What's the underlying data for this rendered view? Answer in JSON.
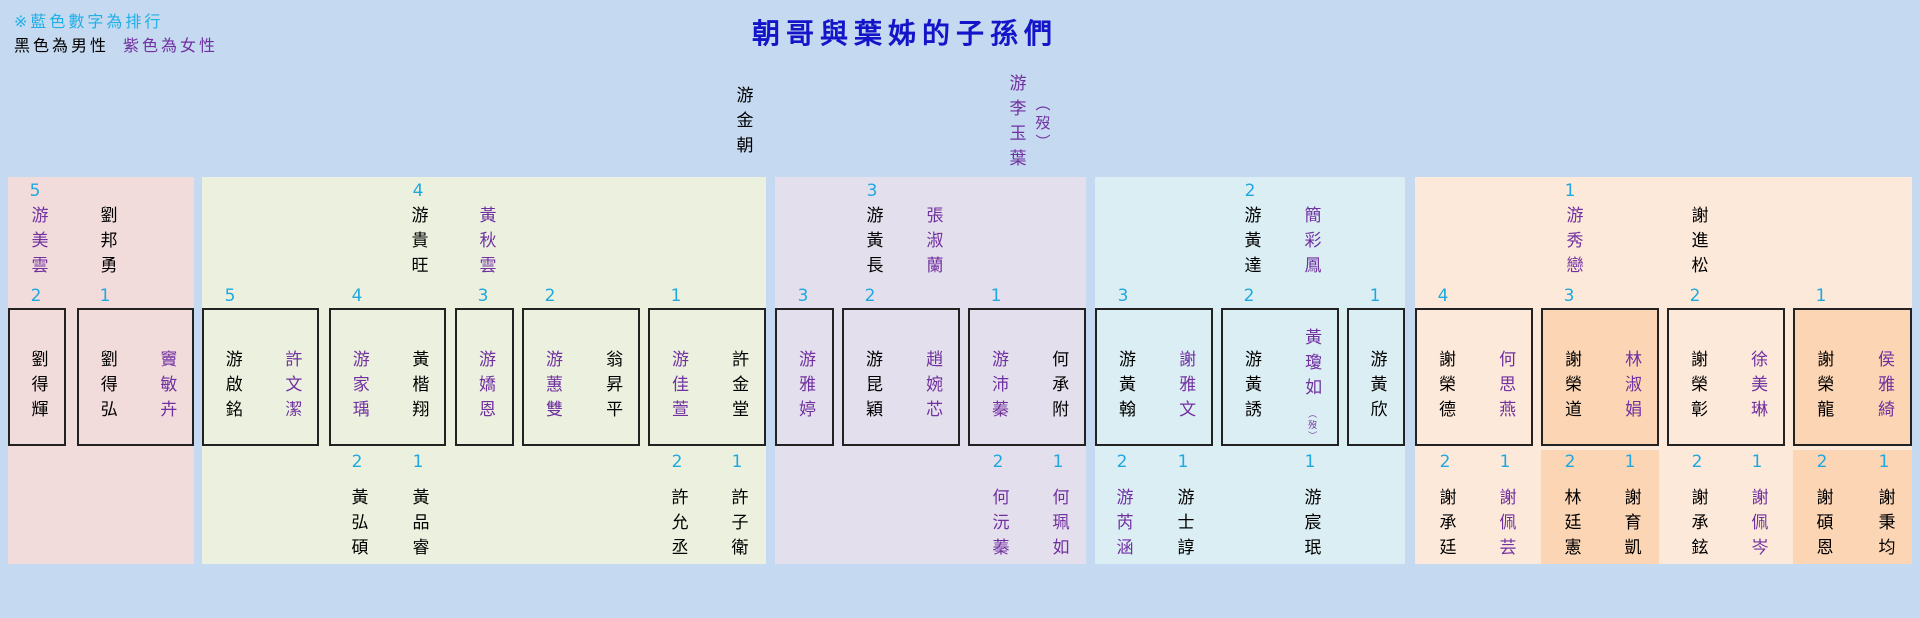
{
  "legend": {
    "rank_note": "※藍色數字為排行",
    "male_note": "黑色為男性",
    "female_note": "紫色為女性"
  },
  "title": "朝哥與葉姊的子孫們",
  "ancestors": [
    {
      "name": "游金朝",
      "gender": "M"
    },
    {
      "name": "游李玉葉",
      "gender": "F",
      "note": "（歿）"
    }
  ],
  "colors": {
    "background": "#c5d9f1",
    "male": "#000000",
    "female": "#7030a0",
    "rank": "#1fa8e0",
    "title": "#1414c8",
    "panels": [
      "#f2dcdb",
      "#ebf1de",
      "#e4dfec",
      "#dbeef4",
      "#fde9d9"
    ],
    "highlight": "#fcd5b4"
  },
  "families": [
    {
      "rank": "5",
      "couple": [
        {
          "name": "游美雲",
          "gender": "F"
        },
        {
          "name": "劉邦勇",
          "gender": "M"
        }
      ],
      "children": [
        {
          "rank": "2",
          "members": [
            {
              "name": "劉得輝",
              "gender": "M"
            }
          ],
          "grandchildren": []
        },
        {
          "rank": "1",
          "members": [
            {
              "name": "劉得弘",
              "gender": "M"
            },
            {
              "name": "竇敏卉",
              "gender": "F"
            }
          ],
          "grandchildren": []
        }
      ]
    },
    {
      "rank": "4",
      "couple": [
        {
          "name": "游貴旺",
          "gender": "M"
        },
        {
          "name": "黃秋雲",
          "gender": "F"
        }
      ],
      "children": [
        {
          "rank": "5",
          "members": [
            {
              "name": "游啟銘",
              "gender": "M"
            },
            {
              "name": "許文潔",
              "gender": "F"
            }
          ],
          "grandchildren": []
        },
        {
          "rank": "4",
          "members": [
            {
              "name": "游家瑀",
              "gender": "F"
            },
            {
              "name": "黃楷翔",
              "gender": "M"
            }
          ],
          "grandchildren": [
            {
              "rank": "2",
              "name": "黃弘碩",
              "gender": "M"
            },
            {
              "rank": "1",
              "name": "黃品睿",
              "gender": "M"
            }
          ]
        },
        {
          "rank": "3",
          "members": [
            {
              "name": "游嬌恩",
              "gender": "F"
            }
          ],
          "grandchildren": []
        },
        {
          "rank": "2",
          "members": [
            {
              "name": "游蕙雙",
              "gender": "F"
            },
            {
              "name": "翁昇平",
              "gender": "M"
            }
          ],
          "grandchildren": []
        },
        {
          "rank": "1",
          "members": [
            {
              "name": "游佳萱",
              "gender": "F"
            },
            {
              "name": "許金堂",
              "gender": "M"
            }
          ],
          "grandchildren": [
            {
              "rank": "2",
              "name": "許允丞",
              "gender": "M"
            },
            {
              "rank": "1",
              "name": "許子衛",
              "gender": "M"
            }
          ]
        }
      ]
    },
    {
      "rank": "3",
      "couple": [
        {
          "name": "游黃長",
          "gender": "M"
        },
        {
          "name": "張淑蘭",
          "gender": "F"
        }
      ],
      "children": [
        {
          "rank": "3",
          "members": [
            {
              "name": "游雅婷",
              "gender": "F"
            }
          ],
          "grandchildren": []
        },
        {
          "rank": "2",
          "members": [
            {
              "name": "游昆穎",
              "gender": "M"
            },
            {
              "name": "趙婉芯",
              "gender": "F"
            }
          ],
          "grandchildren": []
        },
        {
          "rank": "1",
          "members": [
            {
              "name": "游沛蓁",
              "gender": "F"
            },
            {
              "name": "何承附",
              "gender": "M"
            }
          ],
          "grandchildren": [
            {
              "rank": "2",
              "name": "何沅蓁",
              "gender": "F"
            },
            {
              "rank": "1",
              "name": "何珮如",
              "gender": "F"
            }
          ]
        }
      ]
    },
    {
      "rank": "2",
      "couple": [
        {
          "name": "游黃達",
          "gender": "M"
        },
        {
          "name": "簡彩鳳",
          "gender": "F"
        }
      ],
      "children": [
        {
          "rank": "3",
          "members": [
            {
              "name": "游黃翰",
              "gender": "M"
            },
            {
              "name": "謝雅文",
              "gender": "F"
            }
          ],
          "grandchildren": [
            {
              "rank": "2",
              "name": "游芮涵",
              "gender": "F"
            },
            {
              "rank": "1",
              "name": "游士諄",
              "gender": "M"
            }
          ]
        },
        {
          "rank": "2",
          "members": [
            {
              "name": "游黃誘",
              "gender": "M"
            },
            {
              "name": "黃瓊如",
              "gender": "F",
              "note": "（歿）"
            }
          ],
          "grandchildren": [
            {
              "rank": "1",
              "name": "游宸珉",
              "gender": "M"
            }
          ]
        },
        {
          "rank": "1",
          "members": [
            {
              "name": "游黃欣",
              "gender": "M"
            }
          ],
          "grandchildren": []
        }
      ]
    },
    {
      "rank": "1",
      "couple": [
        {
          "name": "游秀戀",
          "gender": "F"
        },
        {
          "name": "謝進松",
          "gender": "M"
        }
      ],
      "children": [
        {
          "rank": "4",
          "members": [
            {
              "name": "謝榮德",
              "gender": "M"
            },
            {
              "name": "何思燕",
              "gender": "F"
            }
          ],
          "grandchildren": [
            {
              "rank": "2",
              "name": "謝承廷",
              "gender": "M"
            },
            {
              "rank": "1",
              "name": "謝佩芸",
              "gender": "F"
            }
          ]
        },
        {
          "rank": "3",
          "members": [
            {
              "name": "謝榮道",
              "gender": "M"
            },
            {
              "name": "林淑娟",
              "gender": "F"
            }
          ],
          "grandchildren": [
            {
              "rank": "2",
              "name": "林廷憲",
              "gender": "M"
            },
            {
              "rank": "1",
              "name": "謝育凱",
              "gender": "M"
            }
          ]
        },
        {
          "rank": "2",
          "members": [
            {
              "name": "謝榮彰",
              "gender": "M"
            },
            {
              "name": "徐美琳",
              "gender": "F"
            }
          ],
          "grandchildren": [
            {
              "rank": "2",
              "name": "謝承鉉",
              "gender": "M"
            },
            {
              "rank": "1",
              "name": "謝佩岑",
              "gender": "F"
            }
          ]
        },
        {
          "rank": "1",
          "members": [
            {
              "name": "謝榮龍",
              "gender": "M"
            },
            {
              "name": "侯雅綺",
              "gender": "F"
            }
          ],
          "grandchildren": [
            {
              "rank": "2",
              "name": "謝碩恩",
              "gender": "M"
            },
            {
              "rank": "1",
              "name": "謝秉均",
              "gender": "M"
            }
          ]
        }
      ]
    }
  ]
}
